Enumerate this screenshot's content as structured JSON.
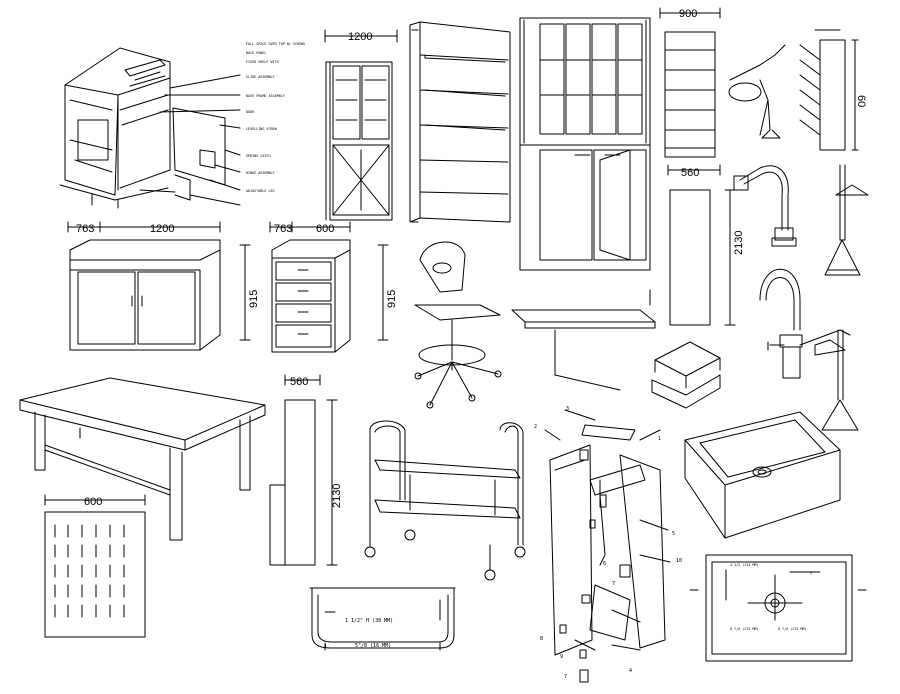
{
  "drawing": {
    "dims": {
      "top_cabinet_width": "1200",
      "wall_cabinet_width": "900",
      "rack_height": "60",
      "bench_left_depth": "763",
      "bench_width": "1200",
      "bench_height": "915",
      "drawer_depth": "763",
      "drawer_width": "600",
      "drawer_height": "915",
      "tall_unit_width": "560",
      "tall_unit_height": "2130",
      "locker_width": "560",
      "locker_height": "2130",
      "pegboard_width": "600"
    },
    "annotations": {
      "exploded_notes": [
        "FULL SPACE OVER TOP W/ SCREWS",
        "BACK PANEL",
        "FIXED SHELF WITH",
        "SLIDE ASSEMBLY",
        "BASE FRAME ASSEMBLY",
        "DOOR",
        "LEVELLING SCREW",
        "SPRING CATCH",
        "HINGE ASSEMBLY",
        "ADJUSTABLE LEG"
      ],
      "trough_label": "1 1/2\" H (38 MM)",
      "trough_left_num": "1",
      "trough_bottom": "5\"/8 (16 MM)",
      "sink_label_a": "4 1/2 (114 MM)",
      "sink_label_b": "8 7/8 (225 MM)",
      "sink_label_c": "7",
      "exploded_parts": [
        "1",
        "2",
        "3",
        "4",
        "5",
        "6",
        "7",
        "8",
        "9",
        "10",
        "7"
      ]
    }
  }
}
